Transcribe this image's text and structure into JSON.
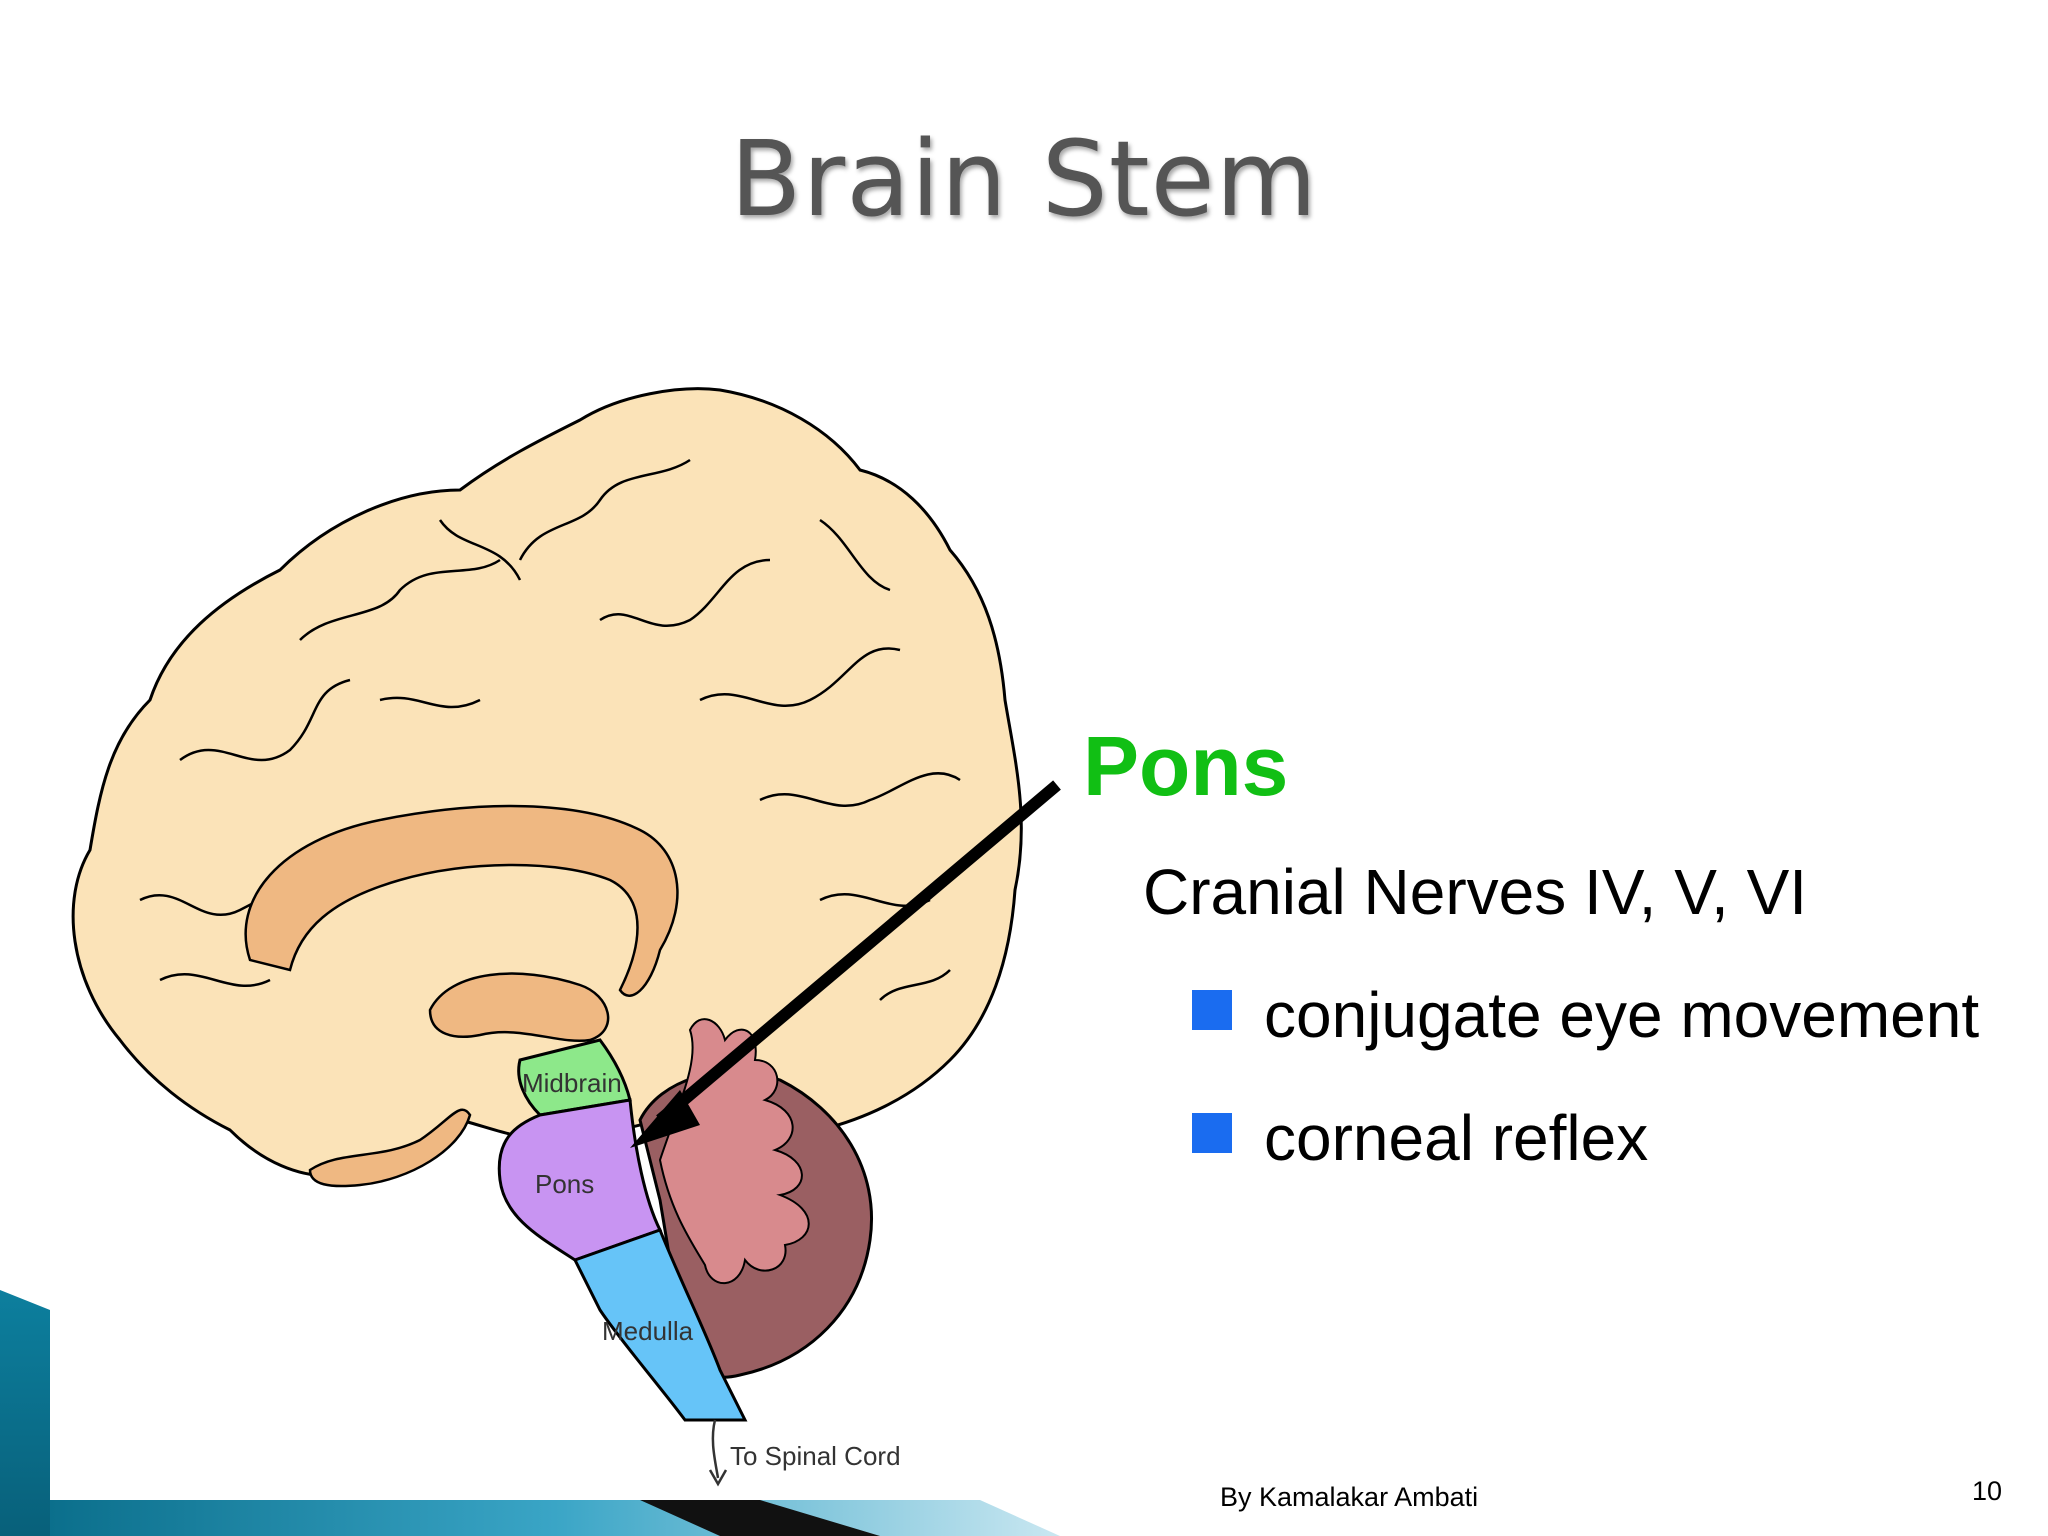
{
  "slide": {
    "title": "Brain Stem",
    "heading": "Pons",
    "subheading": "Cranial Nerves IV, V, VI",
    "bullets": [
      {
        "text": "conjugate eye movement"
      },
      {
        "text": "corneal reflex"
      }
    ],
    "author": "By Kamalakar Ambati",
    "page_number": "10"
  },
  "diagram": {
    "labels": {
      "midbrain": "Midbrain",
      "pons": "Pons",
      "medulla": "Medulla",
      "spinal": "To Spinal Cord"
    }
  },
  "colors": {
    "heading": "#11bf14",
    "bullet": "#1a6cf0",
    "brain": "#fbe3b8",
    "corpus_callosum": "#efb882",
    "midbrain": "#8de88a",
    "pons": "#c894f2",
    "medulla": "#66c4f8",
    "cerebellum": "#9a5f62",
    "arbor": "#d88a8d"
  }
}
